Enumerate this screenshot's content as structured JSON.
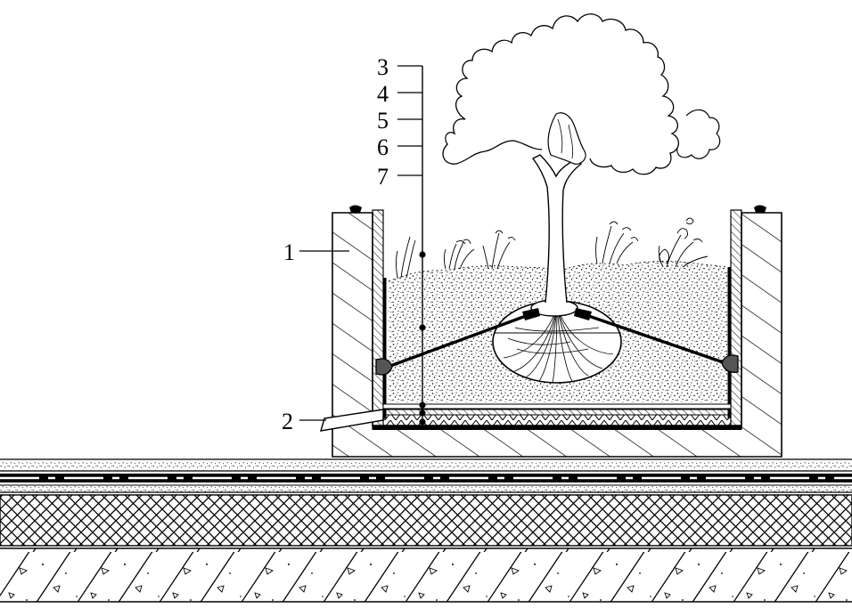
{
  "colors": {
    "ink": "#000000",
    "paper": "#ffffff"
  },
  "callouts": {
    "wall": "1",
    "drain_pipe": "2",
    "layer_3": "3",
    "layer_4": "4",
    "layer_5": "5",
    "layer_6": "6",
    "layer_7": "7"
  }
}
